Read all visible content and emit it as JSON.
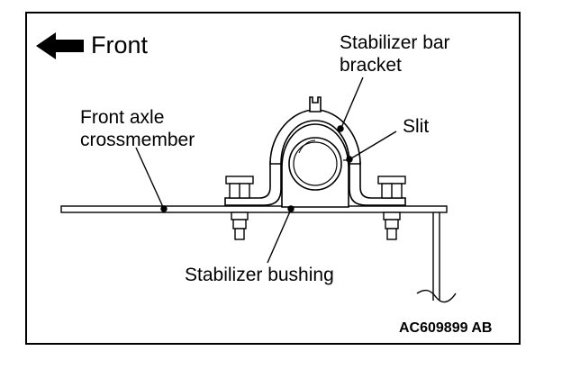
{
  "labels": {
    "front": "Front",
    "bracket_line1": "Stabilizer bar",
    "bracket_line2": "bracket",
    "axle_line1": "Front axle",
    "axle_line2": "crossmember",
    "slit": "Slit",
    "bushing": "Stabilizer bushing"
  },
  "figure_code": "AC609899 AB",
  "icons": {
    "direction": "arrow-left-icon"
  },
  "colors": {
    "ink": "#000000",
    "background": "#ffffff"
  }
}
